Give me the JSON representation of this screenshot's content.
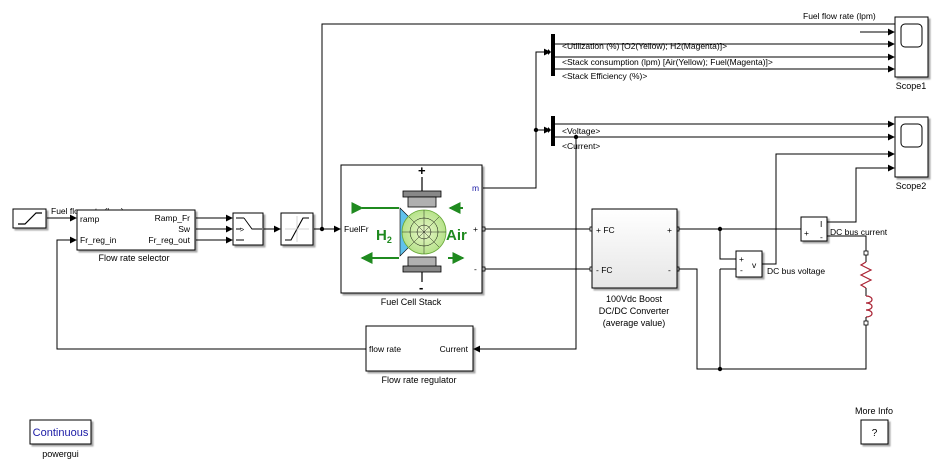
{
  "signals": {
    "fuel_flow_rate_top": "Fuel flow rate (lpm)",
    "utilization": "<Utilization (%) [O2(Yellow); H2(Magenta)]>",
    "stack_consumption": "<Stack consumption (lpm) [Air(Yellow); Fuel(Magenta)]>",
    "stack_efficiency": "<Stack Efficiency (%)>",
    "voltage": "<Voltage>",
    "current": "<Current>",
    "fuel_flow_rate_left": "Fuel flow rate (lpm)",
    "dc_bus_current": "DC bus current",
    "dc_bus_voltage": "DC bus voltage"
  },
  "blocks": {
    "flow_rate_selector": {
      "name": "Flow rate selector",
      "in_ramp": "ramp",
      "in_fr_reg": "Fr_reg_in",
      "out_ramp": "Ramp_Fr",
      "out_sw": "Sw",
      "out_fr_reg": "Fr_reg_out"
    },
    "fuel_cell_stack": {
      "name": "Fuel Cell Stack",
      "in_fuelfr": "FuelFr",
      "out_m": "m",
      "plus": "+",
      "minus": "-",
      "h2": "H",
      "h2_sub": "2",
      "air": "Air"
    },
    "converter": {
      "name_line1": "100Vdc Boost",
      "name_line2": "DC/DC Converter",
      "name_line3": "(average value)",
      "in_plus": "+ FC",
      "in_minus": "- FC",
      "out_plus": "+",
      "out_minus": "-"
    },
    "flow_rate_regulator": {
      "name": "Flow rate regulator",
      "out_flow_rate": "flow rate",
      "in_current": "Current"
    },
    "scope1": {
      "name": "Scope1"
    },
    "scope2": {
      "name": "Scope2"
    },
    "current_meas": {
      "label": "I",
      "plus": "+",
      "minus": "-"
    },
    "voltage_meas": {
      "label": "v",
      "plus": "+",
      "minus": "-"
    },
    "powergui": {
      "label": "Continuous",
      "name": "powergui"
    },
    "more_info": {
      "label": "?",
      "name": "More Info"
    }
  },
  "colors": {
    "powergui_text": "#1a1aa6",
    "h2_air_text": "#1f8a1f",
    "arrow_green": "#1f8a1f",
    "m_port": "#1a1aa6"
  }
}
